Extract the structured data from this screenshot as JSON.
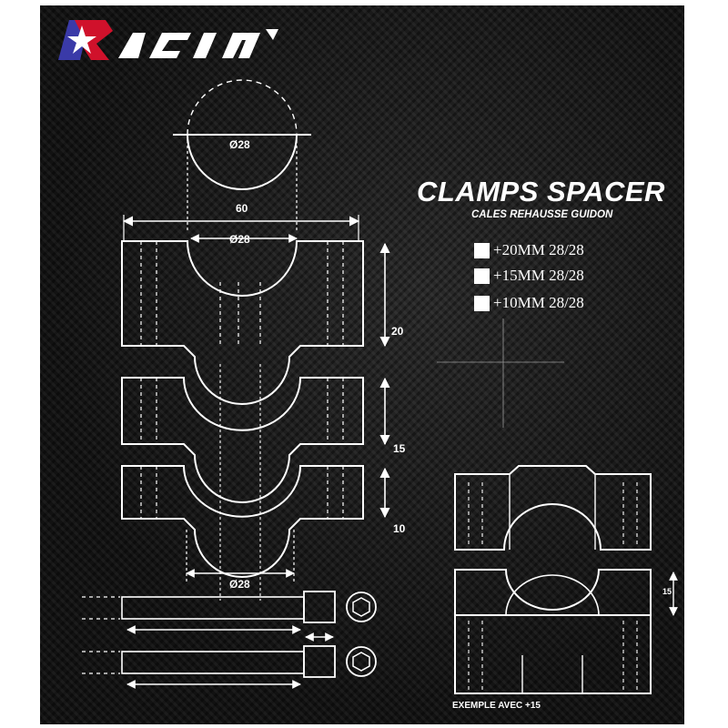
{
  "brand": {
    "logo_text": "Racing"
  },
  "product": {
    "title": "CLAMPS SPACER",
    "subtitle": "CALES REHAUSSE GUIDON"
  },
  "options": [
    {
      "label": "+20MM  28/28"
    },
    {
      "label": "+15MM  28/28"
    },
    {
      "label": "+10MM  28/28"
    }
  ],
  "dimensions": {
    "bar_diameter_top": "Ø28",
    "width": "60",
    "bar_diameter_mid": "Ø28",
    "height_20": "20",
    "height_15": "15",
    "height_10": "10",
    "bar_diameter_bottom": "Ø28",
    "example_height": "15"
  },
  "example_caption": "EXEMPLE AVEC +15",
  "colors": {
    "background": "#141414",
    "line": "#ffffff",
    "logo_red": "#d0112b",
    "logo_blue": "#3a3aa8"
  }
}
